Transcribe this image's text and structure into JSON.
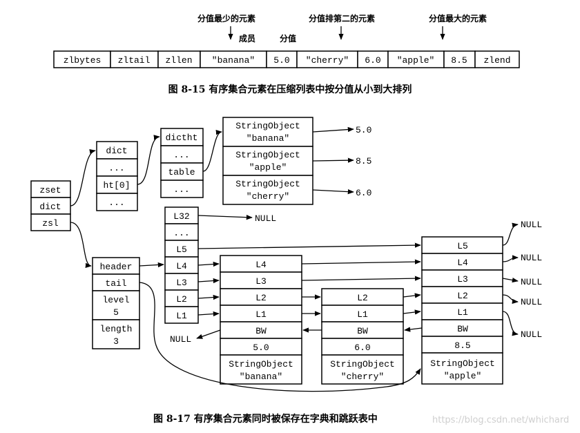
{
  "figure_1": {
    "annotations": {
      "min": "分值最少的元素",
      "second": "分值排第二的元素",
      "max": "分值最大的元素",
      "member": "成员",
      "score": "分值"
    },
    "cells": [
      "zlbytes",
      "zltail",
      "zllen",
      "\"banana\"",
      "5.0",
      "\"cherry\"",
      "6.0",
      "\"apple\"",
      "8.5",
      "zlend"
    ],
    "caption": "图 8-15   有序集合元素在压缩列表中按分值从小到大排列"
  },
  "figure_2": {
    "zset": [
      "zset",
      "dict",
      "zsl"
    ],
    "dict": [
      "dict",
      "...",
      "ht[0]",
      "..."
    ],
    "dictht": [
      "dictht",
      "...",
      "table",
      "..."
    ],
    "dict_entries": [
      {
        "object": "StringObject",
        "member": "\"banana\"",
        "score": "5.0"
      },
      {
        "object": "StringObject",
        "member": "\"apple\"",
        "score": "8.5"
      },
      {
        "object": "StringObject",
        "member": "\"cherry\"",
        "score": "6.0"
      }
    ],
    "zskiplist": {
      "header": "header",
      "tail": "tail",
      "level_label": "level",
      "level_value": "5",
      "length_label": "length",
      "length_value": "3"
    },
    "header_levels": [
      "L32",
      "...",
      "L5",
      "L4",
      "L3",
      "L2",
      "L1"
    ],
    "null": "NULL",
    "nodes": [
      {
        "levels": [
          "L4",
          "L3",
          "L2",
          "L1"
        ],
        "bw": "BW",
        "score": "5.0",
        "object": "StringObject",
        "member": "\"banana\""
      },
      {
        "levels": [
          "L2",
          "L1"
        ],
        "bw": "BW",
        "score": "6.0",
        "object": "StringObject",
        "member": "\"cherry\""
      },
      {
        "levels": [
          "L5",
          "L4",
          "L3",
          "L2",
          "L1"
        ],
        "bw": "BW",
        "score": "8.5",
        "object": "StringObject",
        "member": "\"apple\""
      }
    ],
    "caption": "图 8-17   有序集合元素同时被保存在字典和跳跃表中"
  },
  "watermark": "https://blog.csdn.net/whichard"
}
